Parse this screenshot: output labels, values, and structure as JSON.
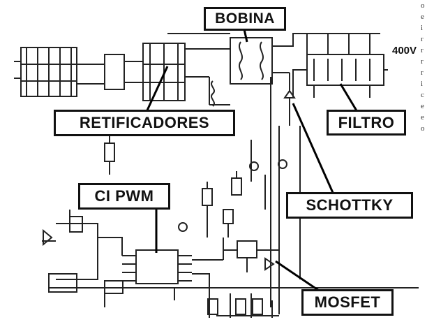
{
  "labels": {
    "bobina": "BOBINA",
    "retificadores": "RETIFICADORES",
    "filtro": "FILTRO",
    "schottky": "SCHOTTKY",
    "ci_pwm": "CI PWM",
    "mosfet": "MOSFET"
  },
  "output_voltage": "400V",
  "side_text": [
    "o",
    "e",
    "i",
    "r",
    "r",
    "r",
    "r",
    "i",
    "c",
    "e",
    "e",
    "o"
  ],
  "colors": {
    "ink": "#111111",
    "background": "#ffffff"
  }
}
